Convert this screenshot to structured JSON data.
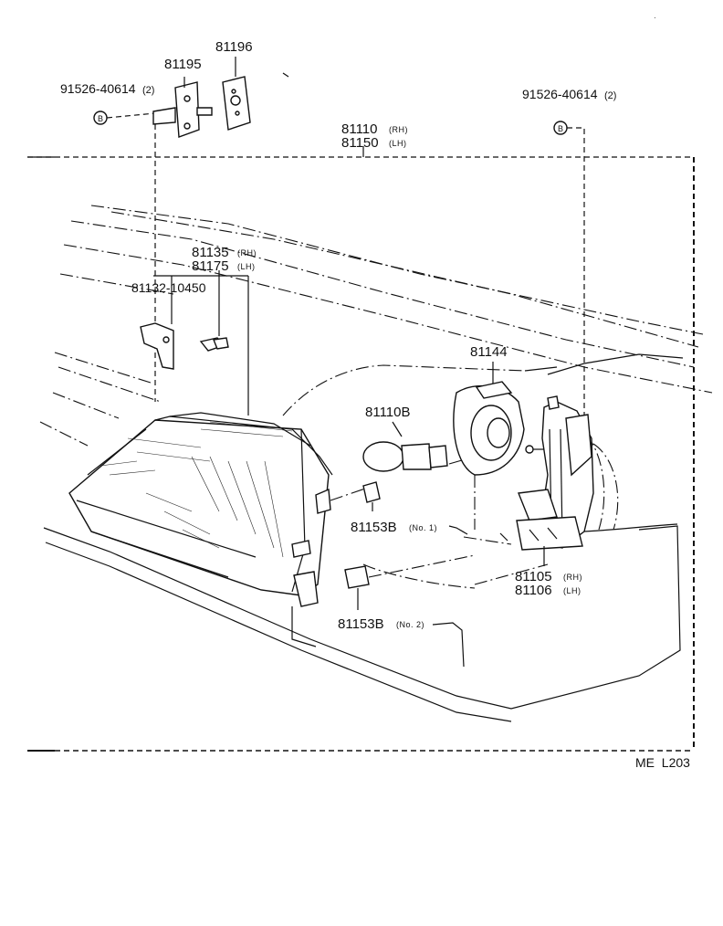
{
  "callouts": {
    "bolt_left": {
      "number": "91526-40614",
      "qty": "(2)",
      "marker": "B"
    },
    "bolt_right": {
      "number": "91526-40614",
      "qty": "(2)",
      "marker": "B"
    },
    "p81195": "81195",
    "p81196": "81196",
    "headlamp_assy": {
      "rh_number": "81110",
      "rh_tag": "(RH)",
      "lh_number": "81150",
      "lh_tag": "(LH)"
    },
    "unit_assy": {
      "rh_number": "81135",
      "rh_tag": "(RH)",
      "lh_number": "81175",
      "lh_tag": "(LH)"
    },
    "screw": "81132-10450",
    "bulb": "81110B",
    "cover": "81144",
    "socket1": {
      "number": "81153B",
      "tag": "(No. 1)"
    },
    "socket2": {
      "number": "81153B",
      "tag": "(No. 2)"
    },
    "bracket": {
      "rh_number": "81105",
      "rh_tag": "(RH)",
      "lh_number": "81106",
      "lh_tag": "(LH)"
    }
  },
  "figure_code": "ME  L203"
}
